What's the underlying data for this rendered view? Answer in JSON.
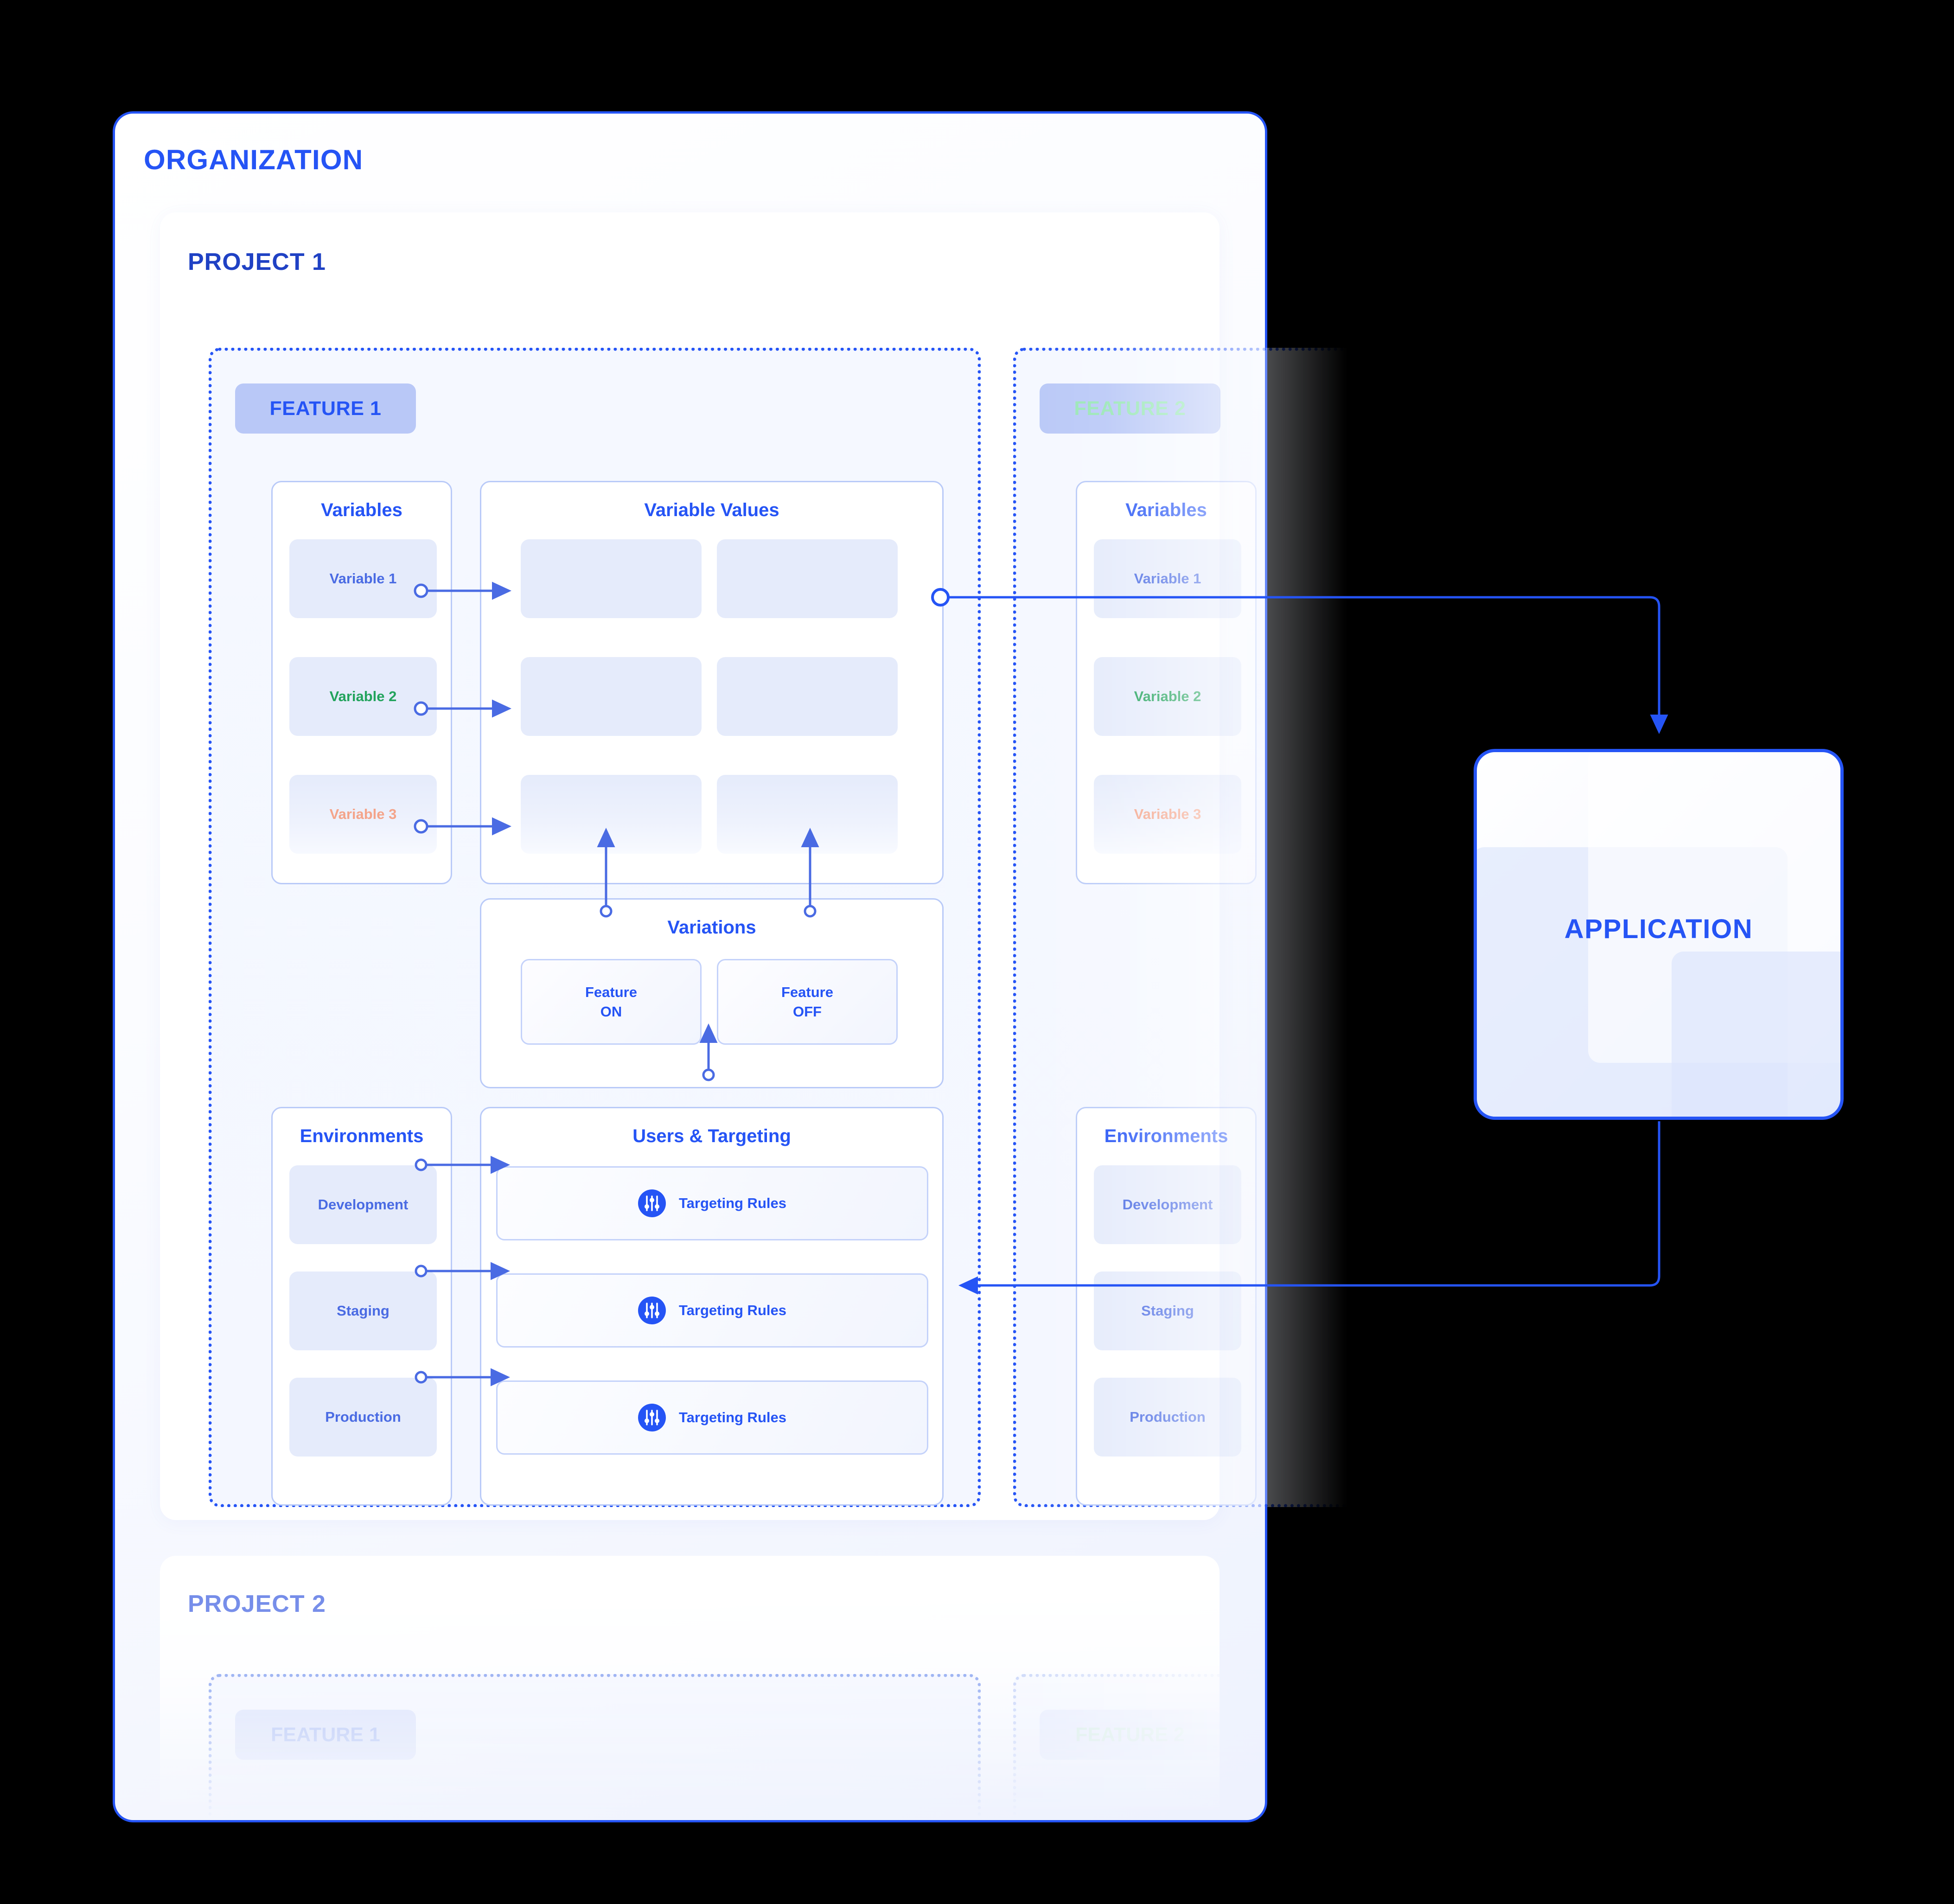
{
  "organization": {
    "title": "ORGANIZATION"
  },
  "projects": [
    {
      "title": "PROJECT 1"
    },
    {
      "title": "PROJECT 2"
    }
  ],
  "features": [
    {
      "badge": "FEATURE 1"
    },
    {
      "badge": "FEATURE 2"
    }
  ],
  "project2_features": [
    {
      "badge": "FEATURE 1"
    },
    {
      "badge": "FEATURE 2"
    }
  ],
  "variables_panel": {
    "title": "Variables",
    "items": [
      {
        "label": "Variable 1",
        "color": "#4a6be3"
      },
      {
        "label": "Variable 2",
        "color": "#22a35c"
      },
      {
        "label": "Variable 3",
        "color": "#f4a48a"
      }
    ]
  },
  "variable_values_panel": {
    "title": "Variable Values"
  },
  "variations_panel": {
    "title": "Variations",
    "items": [
      {
        "line1": "Feature",
        "line2": "ON"
      },
      {
        "line1": "Feature",
        "line2": "OFF"
      }
    ]
  },
  "environments_panel": {
    "title": "Environments",
    "items": [
      {
        "label": "Development"
      },
      {
        "label": "Staging"
      },
      {
        "label": "Production"
      }
    ]
  },
  "targeting_panel": {
    "title": "Users & Targeting",
    "rules": [
      {
        "label": "Targeting Rules",
        "icon": "sliders-icon"
      },
      {
        "label": "Targeting Rules",
        "icon": "sliders-icon"
      },
      {
        "label": "Targeting Rules",
        "icon": "sliders-icon"
      }
    ]
  },
  "application": {
    "title": "APPLICATION"
  },
  "colors": {
    "accent_blue": "#2554f5",
    "deep_blue": "#1f41c4",
    "chip_blue": "#e5ebfb",
    "badge_purple": "#b9c8f7",
    "green": "#22a35c",
    "salmon": "#f4a48a",
    "border_blue": "#b9caf8"
  }
}
